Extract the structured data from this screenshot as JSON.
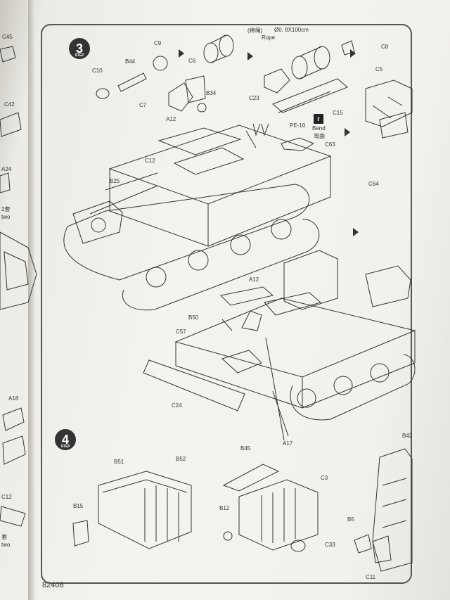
{
  "page_number": "82408",
  "steps": [
    {
      "number": "3",
      "tag": "STEP"
    },
    {
      "number": "4",
      "tag": "STEP"
    }
  ],
  "rope": {
    "chinese": "(棉绳)",
    "spec": "Ø0. 8X100cm",
    "english": "Rope"
  },
  "bend": {
    "english": "Bend",
    "chinese": "弯曲"
  },
  "step3_parts": {
    "c9": "C9",
    "b44": "B44",
    "c10": "C10",
    "c6": "C6",
    "c7": "C7",
    "b34": "B34",
    "c23": "C23",
    "pe10": "PE-10",
    "c63": "C63",
    "c8": "C8",
    "c5": "C5",
    "c15": "C15",
    "a12_top": "A12",
    "c12": "C12",
    "b25": "B25",
    "c64": "C64",
    "a12_mid": "A12",
    "b50": "B50",
    "c57": "C57",
    "c24": "C24",
    "a17": "A17"
  },
  "step4_parts": {
    "b51": "B51",
    "b52": "B52",
    "b15": "B15",
    "b45": "B45",
    "c3": "C3",
    "b12": "B12",
    "c33": "C33",
    "b42": "B42",
    "b5": "B5",
    "c11": "C11"
  },
  "left_page": {
    "c45": "C45",
    "c42": "C42",
    "a24": "A24",
    "fragment_top": "2套",
    "two_top": "two",
    "a18": "A18",
    "c12_frag": "C12",
    "fragment_bottom": "套",
    "two_bottom": "two"
  }
}
